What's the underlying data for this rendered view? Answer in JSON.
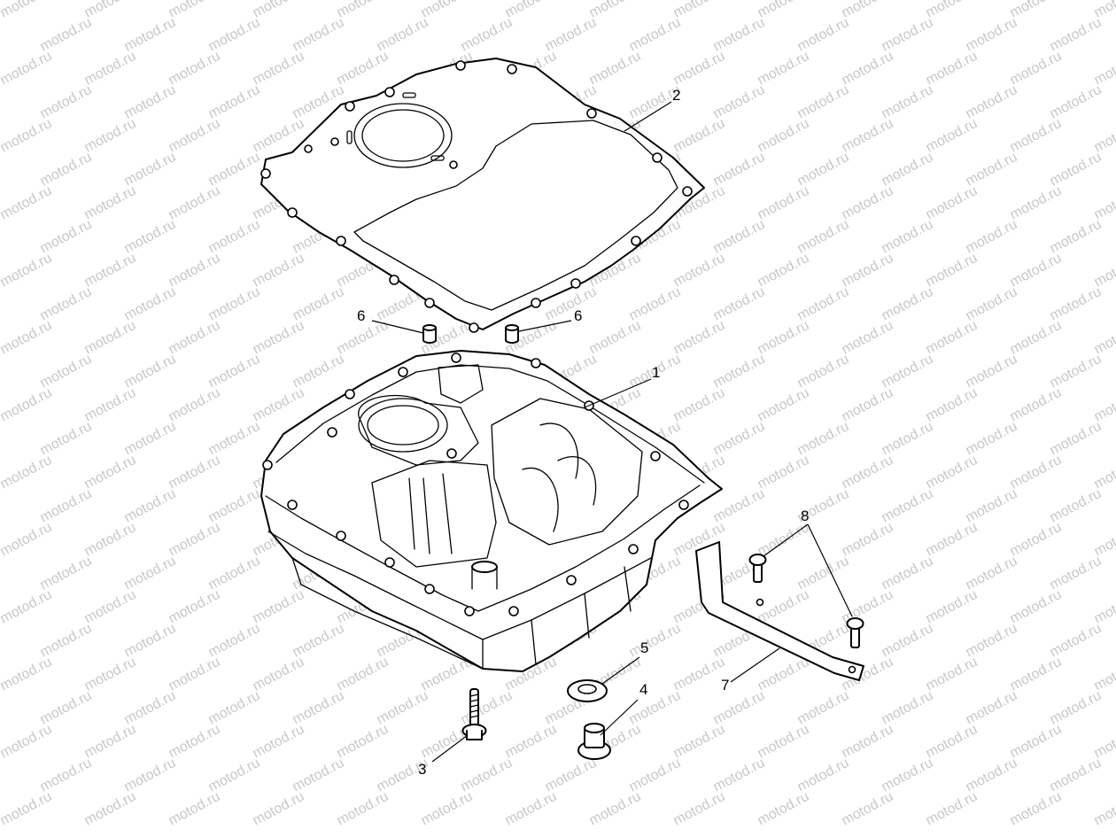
{
  "watermark": {
    "text": "motod.ru",
    "color": "#c8c8c8"
  },
  "callouts": {
    "c1": "1",
    "c2": "2",
    "c3": "3",
    "c4": "4",
    "c5": "5",
    "c6a": "6",
    "c6b": "6",
    "c7": "7",
    "c8": "8"
  },
  "colors": {
    "line": "#000000",
    "background": "#ffffff"
  }
}
